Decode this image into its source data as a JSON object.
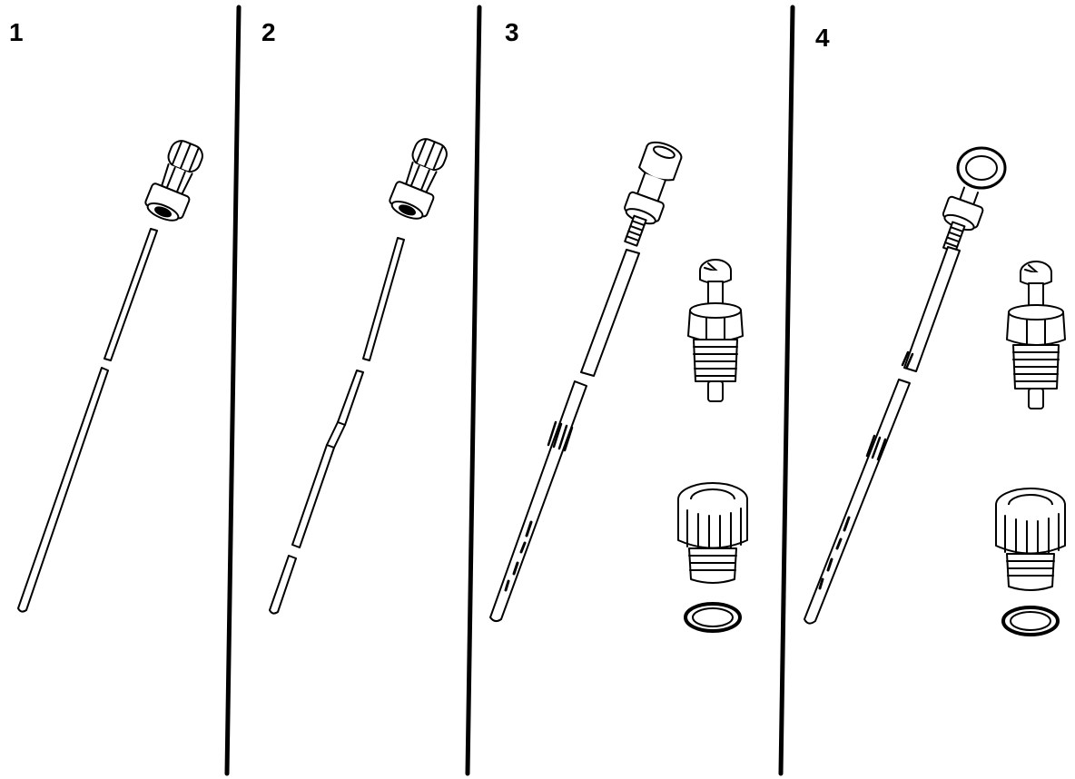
{
  "panels": [
    {
      "label": "1"
    },
    {
      "label": "2"
    },
    {
      "label": "3"
    },
    {
      "label": "4"
    }
  ],
  "colors": {
    "ink": "#000000",
    "paper": "#ffffff"
  }
}
